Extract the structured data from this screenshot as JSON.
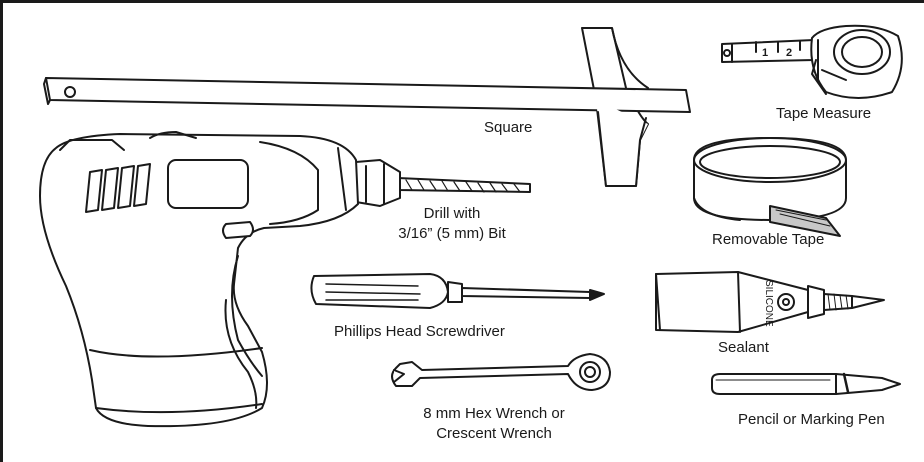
{
  "labels": {
    "square": "Square",
    "tape_measure": "Tape Measure",
    "drill_line1": "Drill with",
    "drill_line2": "3/16” (5 mm) Bit",
    "removable_tape": "Removable Tape",
    "screwdriver": "Phillips Head Screwdriver",
    "sealant": "Sealant",
    "wrench_line1": "8 mm Hex Wrench or",
    "wrench_line2": "Crescent Wrench",
    "pencil": "Pencil or Marking Pen"
  },
  "tape_ticks": [
    "1",
    "2"
  ],
  "sealant_tube_text": "SILICONE",
  "colors": {
    "line": "#1a1a1a",
    "fill": "#ffffff",
    "shade": "#9a9a9a"
  }
}
